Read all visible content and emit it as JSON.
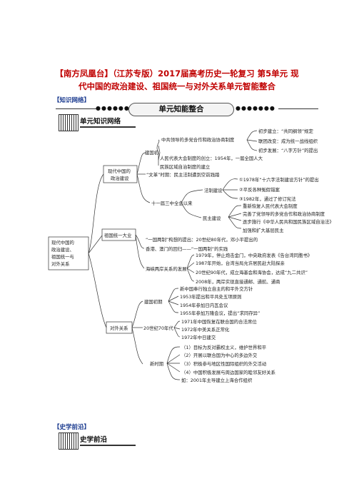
{
  "header": {
    "title_line1": "【南方凤凰台】（江苏专版）2017届高考历史一轮复习  第5单元  现",
    "title_line2": "代中国的政治建设、祖国统一与对外关系单元智能整合",
    "section_knowledge": "【知识网络】",
    "banner": "单元知能整合",
    "subheader_network": "单元知识网络",
    "section_frontier": "【史学前沿】",
    "subheader_frontier": "史学前沿"
  },
  "mindmap": {
    "root": [
      "现代中国的",
      "政治建设、",
      "祖国统一与",
      "对外关系"
    ],
    "branch_politics": [
      "现代中国的",
      "政治建设"
    ],
    "branch_unification": "祖国统一大业",
    "branch_foreign": "对外关系",
    "politics_items": {
      "founding": "建国初",
      "cpc_system": "中共领导的多党合作和政治协商制度",
      "cpc_subs": [
        "初步建立：“共同纲领”规定",
        "联团改变：成为统一战线组织",
        "初步发展：“八字方针”的提出"
      ],
      "npc": "人民代表大会制度的创立：1954年，一届全国人大",
      "autonomy": "民族区域自治制度的建立",
      "cultural_revolution": "“文革”时期：民主法制遭到空前践踏",
      "third_plenum": "十一届三中全会以来",
      "legal": "法制建设",
      "legal_subs": [
        "①1978年“十六字法制建设方针”的提出",
        "②平反各种冤假错案",
        "③1982年，通过了修订宪法"
      ],
      "democracy": "民主建设",
      "democracy_subs": [
        "重新恢复人民代表大会制度",
        "完善了党领导的多党合作和政治协商制度",
        "逐步施行《中华人民共和国民族区域自治法》",
        "加强和扩大基层民主"
      ]
    },
    "unification_items": {
      "one_country": "“一国两制”构想的提出：20世纪80年代，邓小平提出的",
      "hk_macau": "香港、澳门的回归——“一国两制”的实践",
      "strait": "海峡两岸关系的发展",
      "strait_subs": [
        "1979年，停止炮击金门，中央政府发表《告台湾同胞书》",
        "1987年开始，台湾当局允许居民赴大陆探亲",
        "20世纪90年代，成立海基会和海协会，达成“九二共识”",
        "2008年，两岸实现直接通邮、通航、通商"
      ]
    },
    "foreign_items": {
      "founding": "建国初期",
      "founding_subs": [
        "新中国奉行独立自主的和平外交方针",
        "1953年提出和平共处五项原则",
        "1954年参加日内瓦会议",
        "1955年参加万隆会议，提出“求同存异”"
      ],
      "seventies": "20世纪70年代",
      "seventies_subs": [
        "1971年中国恢复在联合国的合法席位",
        "1972年中美关系正常化",
        "1972年中日建交"
      ],
      "new_era": "新时期",
      "new_era_subs": [
        "（1）目标为反对霸权主义，维护世界和平",
        "（2）开展以联合国为中心的多边外交",
        "（3）积极参与地区性国际组织的外交活动",
        "（4）中国积极发展与周边国家的睦邻友好关系",
        "如：2001年主导建立上海合作组织"
      ]
    }
  },
  "colors": {
    "title_red": "#c00000",
    "section_blue": "#1a3a8f"
  }
}
